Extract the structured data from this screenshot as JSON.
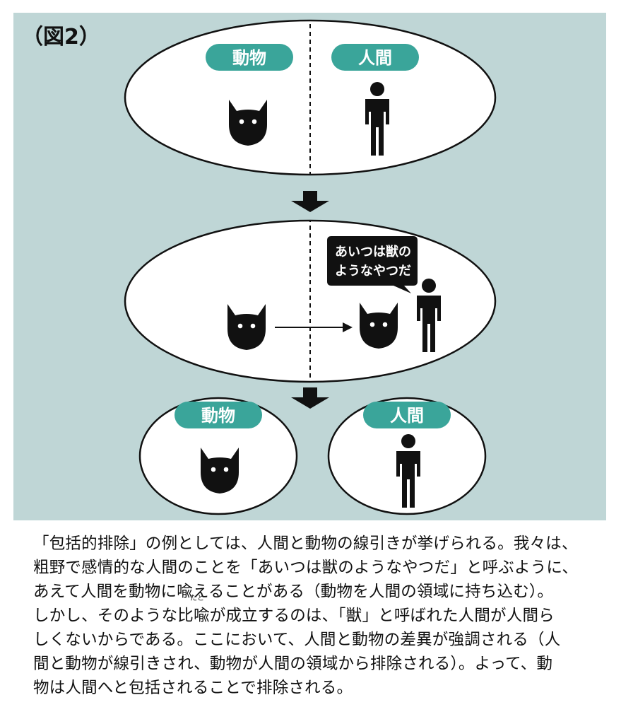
{
  "figure": {
    "label": "（図2）",
    "top": {
      "left_tag": "動物",
      "right_tag": "人間"
    },
    "middle": {
      "speech_line1": "あいつは獣の",
      "speech_line2": "ようなやつだ"
    },
    "bottom": {
      "left_tag": "動物",
      "right_tag": "人間"
    }
  },
  "caption": {
    "text": "「包括的排除」の例としては、人間と動物の線引きが挙げられる。我々は、\n粗野で感情的な人間のことを「あいつは獣のようなやつだ」と呼ぶように、\nあえて人間を動物に喩えることがある（動物を人間の領域に持ち込む）。\nしかし、そのような比喩が成立するのは、「獣」と呼ばれた人間が人間ら\nしくないからである。ここにおいて、人間と動物の差異が強調される（人\n間と動物が線引きされ、動物が人間の領域から排除される）。よって、動\n物は人間へと包括されることで排除される。",
    "ruby": "たと"
  },
  "colors": {
    "panel": "#bfd6d6",
    "tag": "#3aa59a",
    "ink": "#111111"
  }
}
